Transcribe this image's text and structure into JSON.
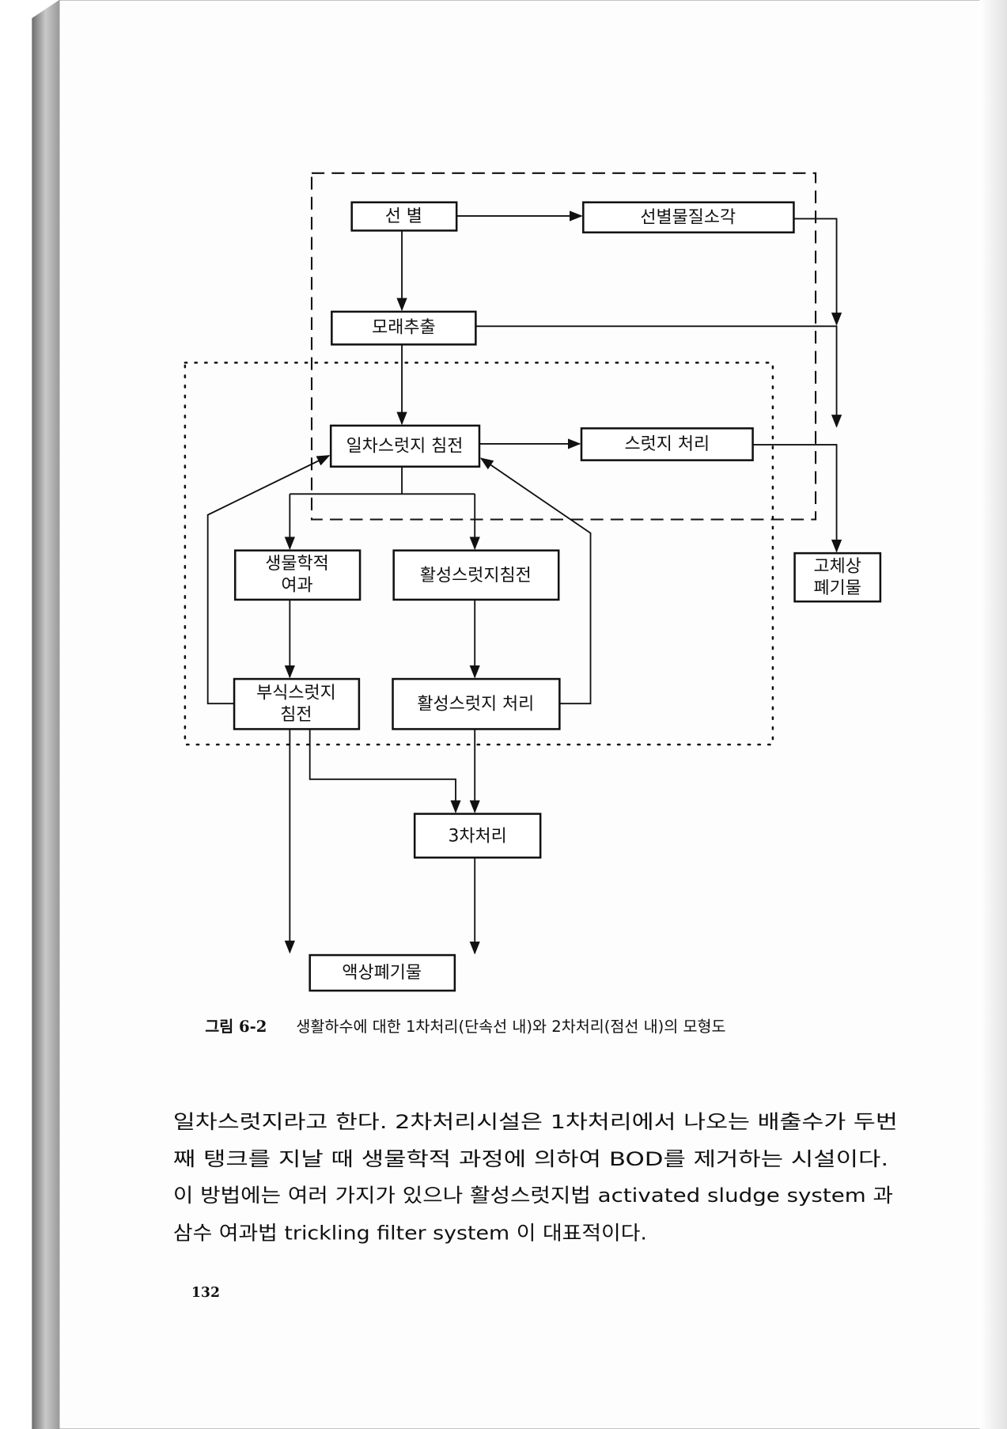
{
  "diagram": {
    "boxes": {
      "screening": "선  별",
      "screened_incineration": "선별물질소각",
      "grit_removal": "모래추출",
      "primary_sludge_settling": "일차스럿지 침전",
      "sludge_treatment": "스럿지  처리",
      "biological_filter_l1": "생물학적",
      "biological_filter_l2": "여과",
      "activated_sludge_settling": "활성스럿지침전",
      "solid_waste_l1": "고체상",
      "solid_waste_l2": "폐기물",
      "humus_sludge_l1": "부식스럿지",
      "humus_sludge_l2": "침전",
      "activated_sludge_treatment": "활성스럿지 처리",
      "tertiary_treatment": "3차처리",
      "liquid_waste": "액상폐기물"
    }
  },
  "caption": {
    "label": "그림 6-2",
    "text": "생활하수에 대한 1차처리(단속선 내)와 2차처리(점선 내)의 모형도"
  },
  "body": {
    "lines": [
      "일차스럿지라고 한다. 2차처리시설은 1차처리에서 나오는 배출수가 두번",
      "째 탱크를 지날 때 생물학적 과정에 의하여 BOD를 제거하는 시설이다.",
      "이 방법에는 여러 가지가 있으나 활성스럿지법 activated sludge system 과",
      "삼수 여과법 trickling filter system 이 대표적이다."
    ]
  },
  "page_number": "132"
}
